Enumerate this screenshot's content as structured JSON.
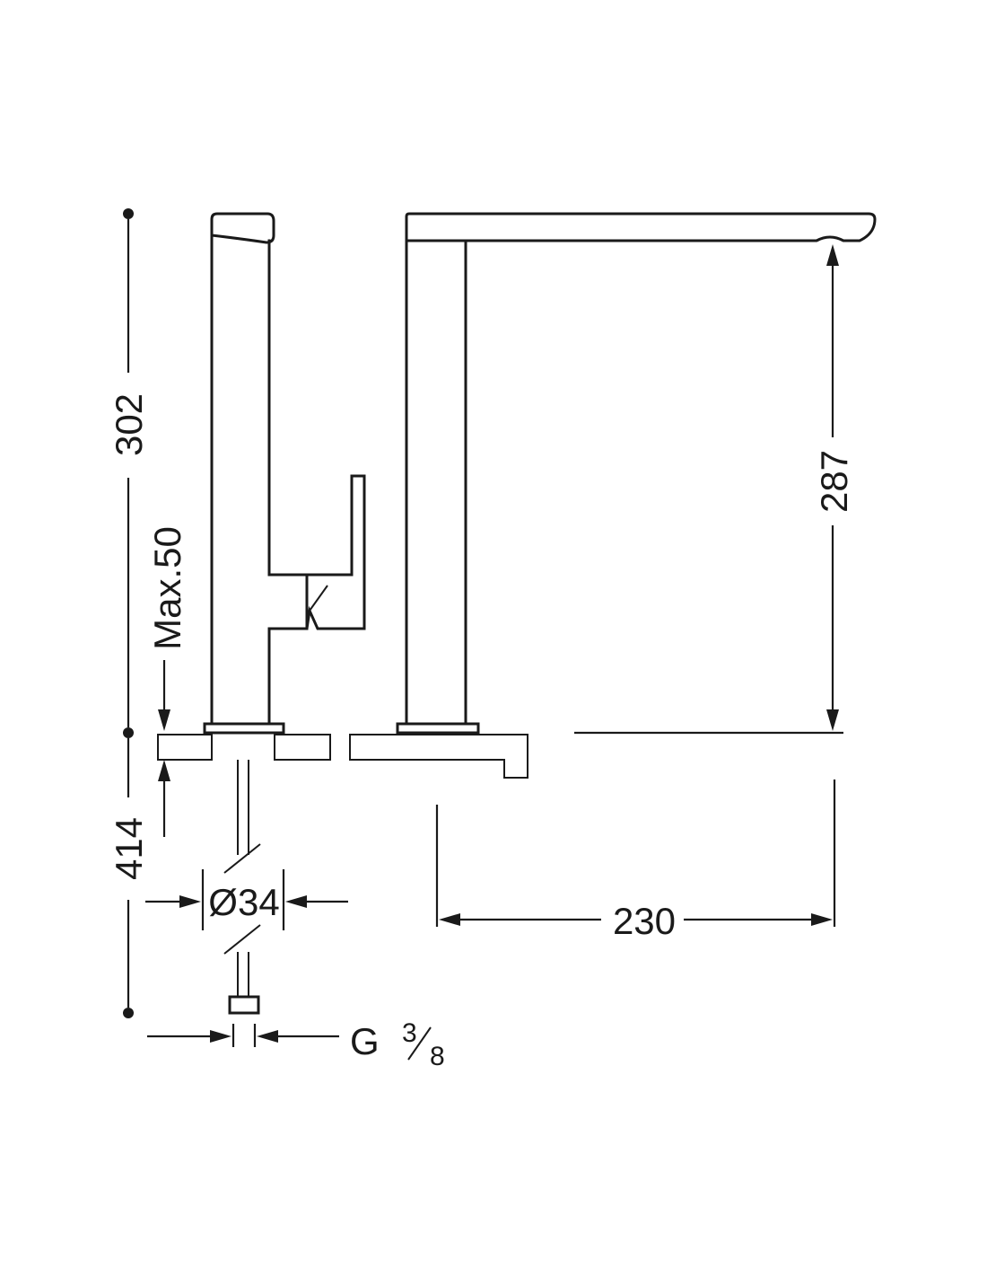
{
  "dimensions": {
    "total_height": "302",
    "spout_height": "287",
    "below_counter": "414",
    "max_counter": "Max.50",
    "hole_diameter": "Ø34",
    "reach": "230",
    "thread_letter": "G",
    "thread_num": "3",
    "thread_den": "8"
  }
}
